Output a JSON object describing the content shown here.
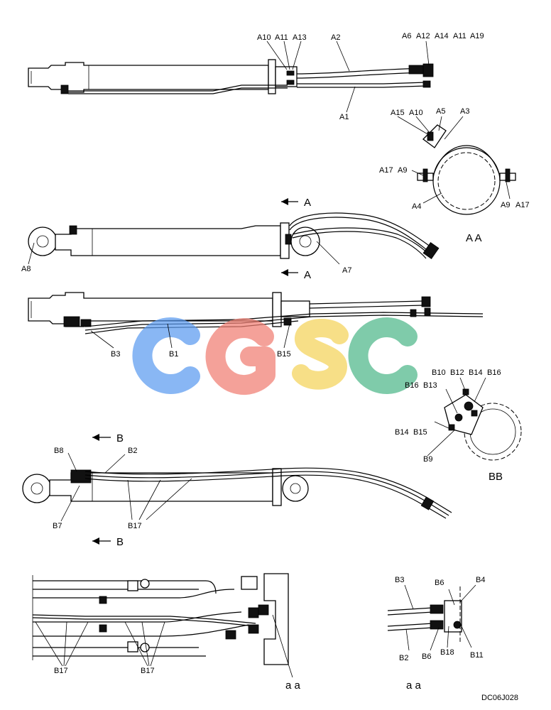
{
  "drawing_code": "DC06J028",
  "watermark": {
    "letters": [
      "C",
      "G",
      "S",
      "C"
    ],
    "colors": {
      "blue": "#5b9bf0",
      "red": "#f07e72",
      "yellow": "#f5d35a",
      "green": "#4fb88a"
    }
  },
  "section_marks": {
    "A": "A",
    "B": "B",
    "AA": "A A",
    "BB": "BB",
    "aa": "a a"
  },
  "labels": {
    "A1": "A1",
    "A2": "A2",
    "A3": "A3",
    "A4": "A4",
    "A5": "A5",
    "A6": "A6",
    "A7": "A7",
    "A8": "A8",
    "A9": "A9",
    "A10": "A10",
    "A11": "A11",
    "A12": "A12",
    "A13": "A13",
    "A14": "A14",
    "A15": "A15",
    "A17": "A17",
    "A19": "A19",
    "B1": "B1",
    "B2": "B2",
    "B3": "B3",
    "B4": "B4",
    "B6": "B6",
    "B7": "B7",
    "B8": "B8",
    "B9": "B9",
    "B10": "B10",
    "B11": "B11",
    "B12": "B12",
    "B13": "B13",
    "B14": "B14",
    "B15": "B15",
    "B16": "B16",
    "B17": "B17",
    "B18": "B18"
  }
}
